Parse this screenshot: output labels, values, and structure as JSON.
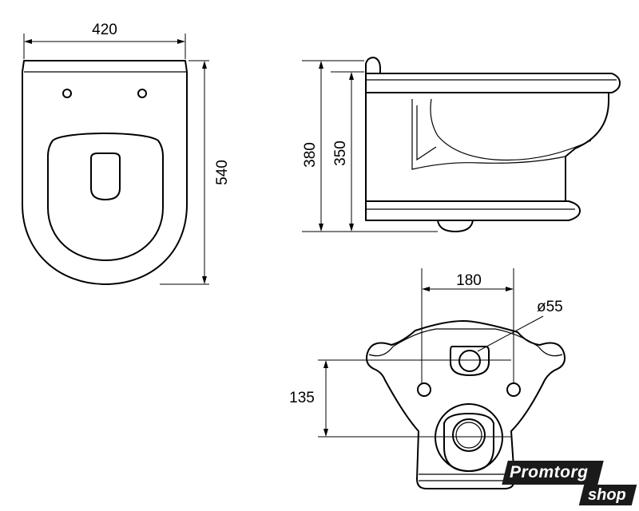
{
  "dimensions": {
    "top_width": "420",
    "top_length": "540",
    "side_height_outer": "380",
    "side_height_inner": "350",
    "rear_bolt_spacing": "180",
    "rear_outlet_diameter": "ø55",
    "rear_height": "135"
  },
  "logo": {
    "line1": "Promtorg",
    "line2": "shop"
  }
}
